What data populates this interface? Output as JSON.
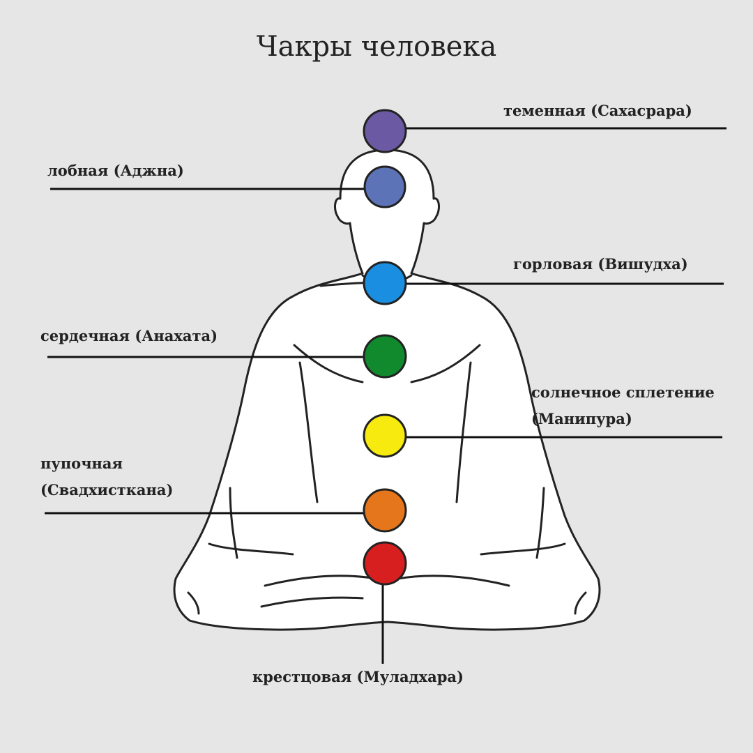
{
  "title": "Чакры человека",
  "chakras": [
    {
      "id": "sahasrara",
      "label": "теменная (Сахасрара)",
      "color": "#6b5aa3"
    },
    {
      "id": "ajna",
      "label": "лобная (Аджна)",
      "color": "#5d73b8"
    },
    {
      "id": "vishuddha",
      "label": "горловая (Вишудха)",
      "color": "#1a8ee0"
    },
    {
      "id": "anahata",
      "label": "сердечная (Анахата)",
      "color": "#118a2e"
    },
    {
      "id": "manipura",
      "label_lines": [
        "солнечное сплетение",
        "(Манипура)"
      ],
      "color": "#f6ea0e"
    },
    {
      "id": "svadhisthana",
      "label_lines": [
        "пупочная",
        "(Свадхисткана)"
      ],
      "color": "#e6761c"
    },
    {
      "id": "muladhara",
      "label": "крестцовая (Муладхара)",
      "color": "#d81f1f"
    }
  ]
}
